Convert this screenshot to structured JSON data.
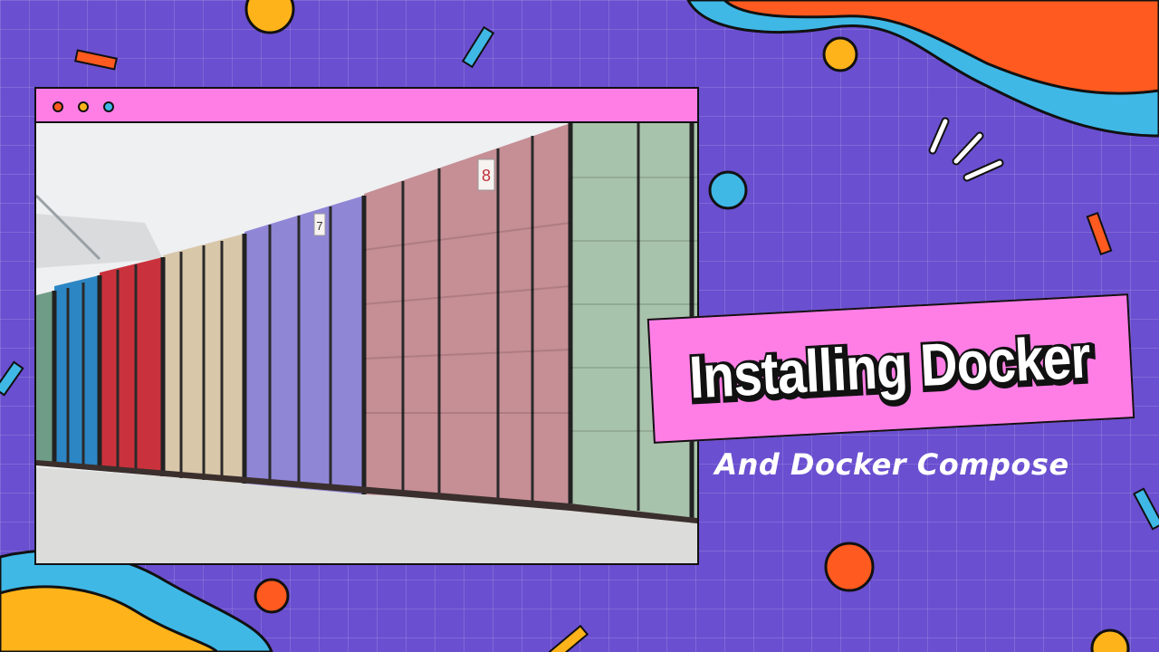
{
  "title": "Installing Docker",
  "subtitle": "And Docker Compose",
  "window": {
    "dots": [
      "red-dot",
      "yellow-dot",
      "blue-dot"
    ]
  },
  "photo": {
    "container_number_labels": [
      "8",
      "7"
    ]
  },
  "colors": {
    "background": "#6a4fd0",
    "title_box": "#ff7ee6",
    "blob_orange": "#ff5a1f",
    "blob_cyan": "#3fb8e6",
    "blob_yellow": "#ffb31a"
  }
}
